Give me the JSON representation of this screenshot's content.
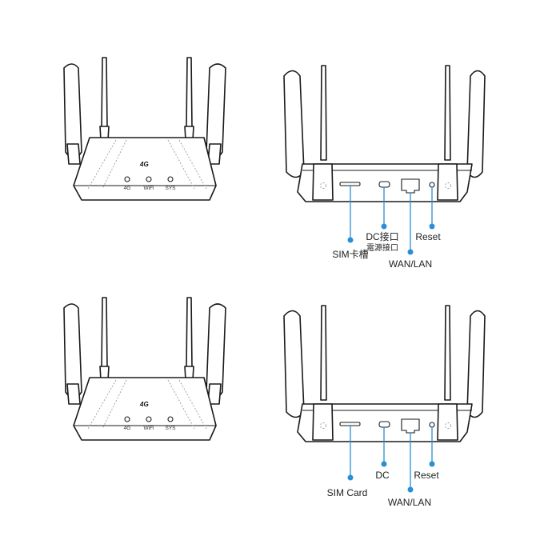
{
  "front": {
    "logo": "4G",
    "led_labels": [
      "4G",
      "WiFi",
      "SYS"
    ]
  },
  "back_top": {
    "sim": "SIM卡槽",
    "dc": "DC接口",
    "dc_sub": "電源接口",
    "wan": "WAN/LAN",
    "reset": "Reset"
  },
  "back_bottom": {
    "sim": "SIM Card",
    "dc": "DC",
    "wan": "WAN/LAN",
    "reset": "Reset"
  },
  "colors": {
    "callout": "#2a8fd6",
    "outline": "#1a1a1a"
  }
}
